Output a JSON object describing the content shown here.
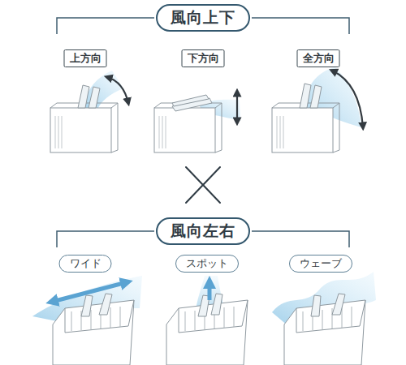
{
  "diagram": {
    "nodes": [
      {
        "text": [
          "風向上下"
        ]
      },
      {
        "text": [
          "上方向"
        ]
      },
      {
        "text": [
          "下方向"
        ]
      },
      {
        "text": [
          "全方向"
        ]
      },
      {
        "text": [
          "風向左右"
        ]
      },
      {
        "text": [
          "ワイド"
        ]
      },
      {
        "text": [
          "スポット"
        ]
      },
      {
        "text": [
          "ウェーブ"
        ]
      }
    ]
  }
}
